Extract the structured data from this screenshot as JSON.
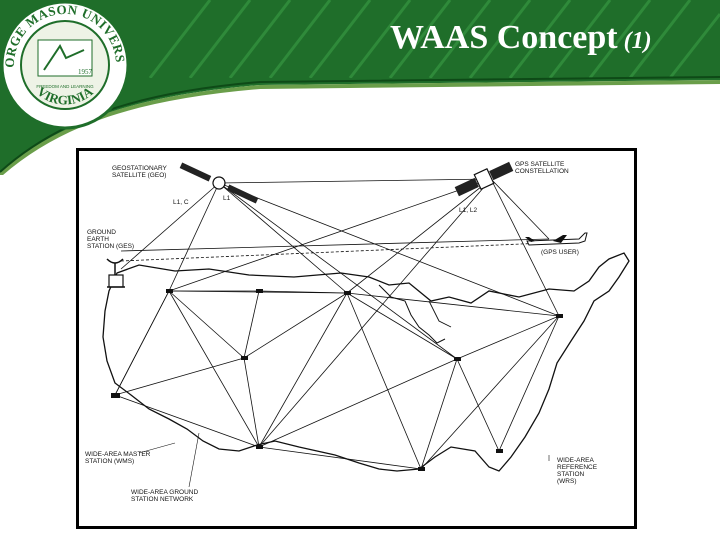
{
  "slide": {
    "title": "WAAS Concept",
    "title_suffix": "(1)"
  },
  "seal": {
    "university": "GEORGE MASON UNIVERSITY",
    "state": "VIRGINIA",
    "year": "1957",
    "motto": "FREEDOM AND LEARNING"
  },
  "diagram": {
    "labels": {
      "geo_satellite": "GEOSTATIONARY\nSATELLITE (GEO)",
      "geo_link": "L1, C",
      "geo_l1": "L1",
      "gps_constellation": "GPS SATELLITE\nCONSTELLATION",
      "gps_link": "L1, L2",
      "ground_station": "GROUND\nEARTH\nSTATION (GES)",
      "gps_user": "(GPS USER)",
      "master_station": "WIDE-AREA MASTER\nSTATION (WMS)",
      "ground_network": "WIDE-AREA GROUND\nSTATION NETWORK",
      "reference_station": "WIDE-AREA\nREFERENCE\nSTATION\n(WRS)"
    }
  },
  "colors": {
    "header_green": "#1f6e2a",
    "header_dark": "#0e4a17",
    "accent_green": "#6a9e4a",
    "ink": "#111111"
  }
}
